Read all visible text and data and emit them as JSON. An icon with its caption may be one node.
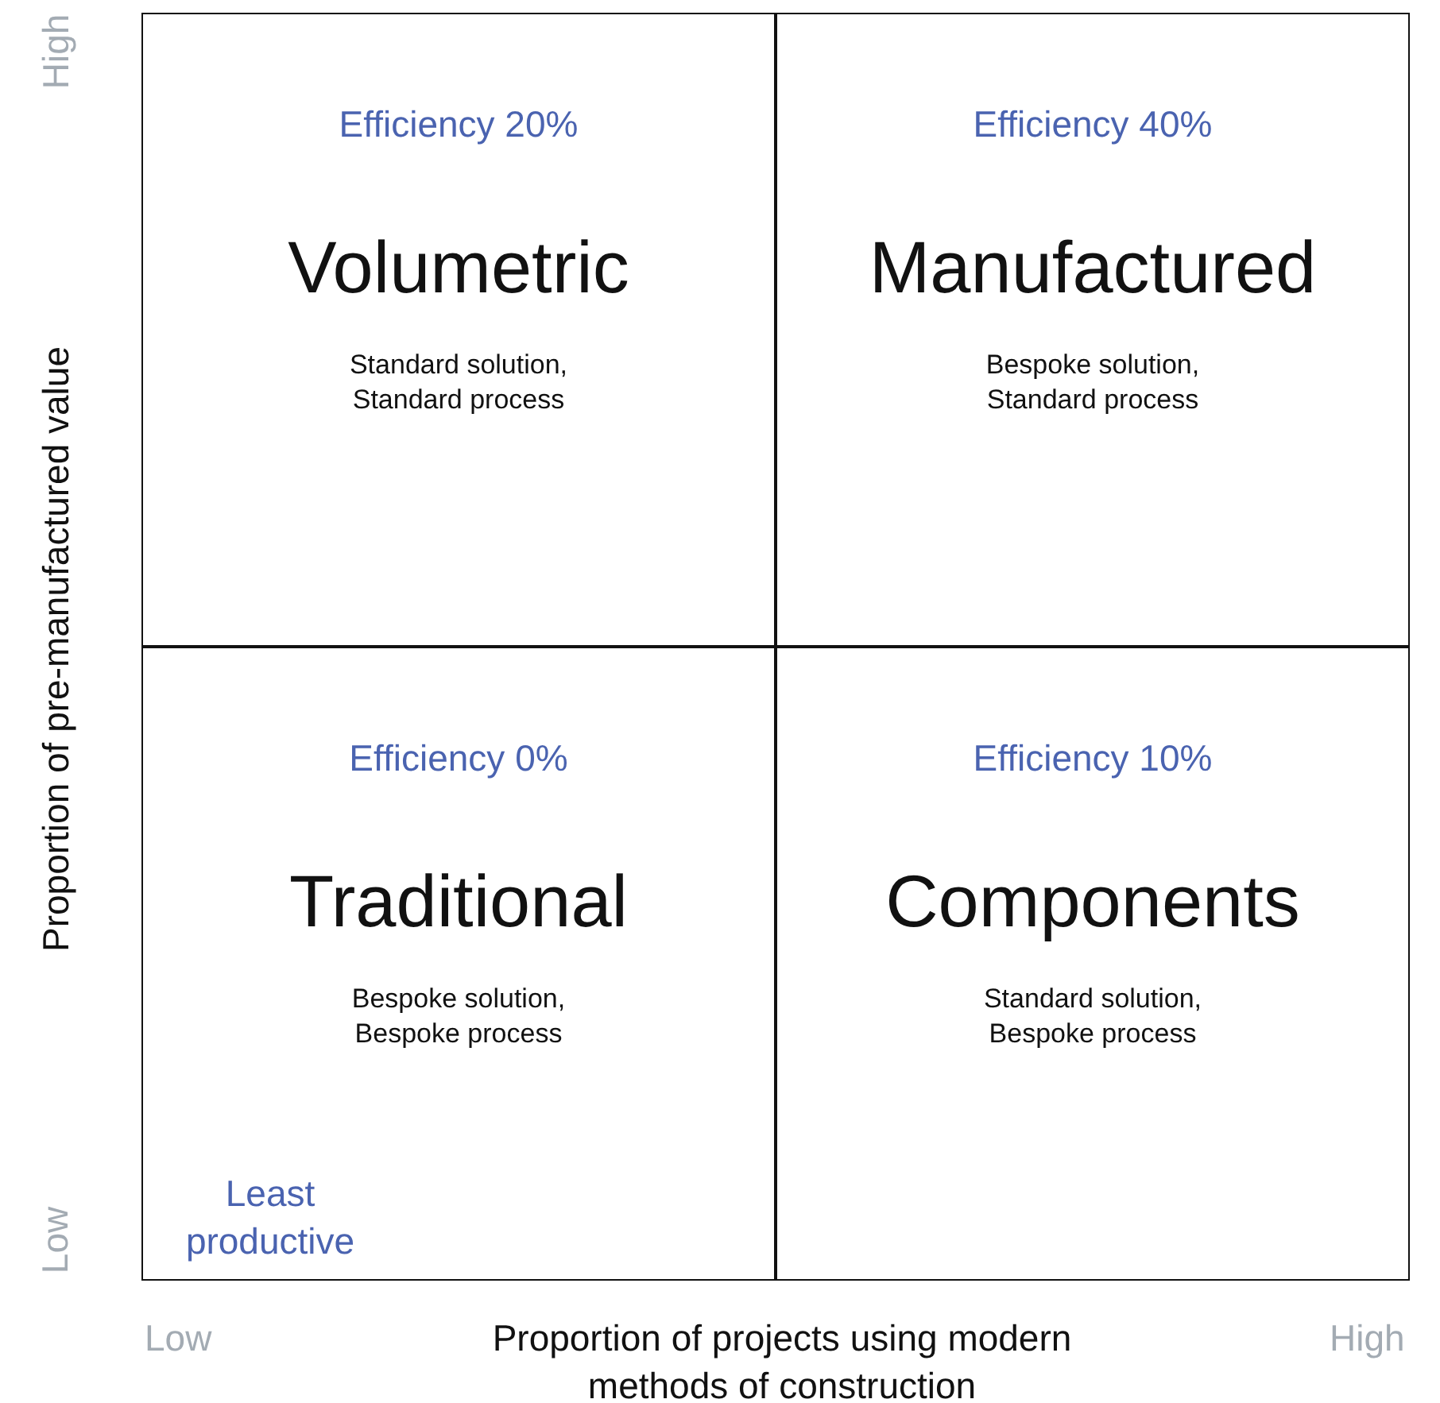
{
  "diagram": {
    "nodes": [
      {
        "text": [
          "Efficiency 20%",
          "Volumetric",
          "Standard solution, Standard process"
        ]
      },
      {
        "text": [
          "Efficiency 40%",
          "Manufactured",
          "Bespoke solution, Standard process"
        ]
      },
      {
        "text": [
          "Efficiency 0%",
          "Traditional",
          "Bespoke solution, Bespoke process"
        ]
      },
      {
        "text": [
          "Efficiency 10%",
          "Components",
          "Standard solution, Bespoke process"
        ]
      }
    ],
    "labels": [
      "High",
      "Proportion of pre-manufactured value",
      "Low",
      "Least productive",
      "Low",
      "Proportion of projects using modern methods of construction",
      "High"
    ]
  }
}
